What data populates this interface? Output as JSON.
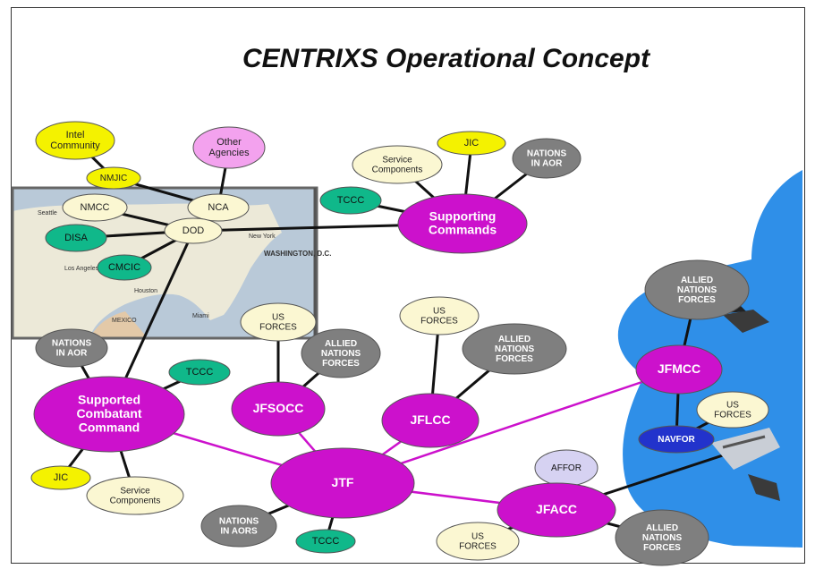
{
  "title": "CENTRIXS Operational Concept",
  "colors": {
    "magenta": "#cc11cc",
    "gray": "#7f7f7f",
    "teal": "#10b88a",
    "yellow": "#f4f200",
    "cream": "#fbf7d2",
    "pink": "#f3a2ee",
    "lavender": "#d6d2f2",
    "navy": "#2233cc",
    "sea": "#2f8fe8"
  },
  "map_labels": {
    "seattle": "Seattle",
    "new_york": "New York",
    "washington": "WASHINGTON, D.C.",
    "los_angeles": "Los Angeles",
    "houston": "Houston",
    "mexico": "MEXICO",
    "miami": "Miami"
  },
  "nodes": {
    "intel": "Intel\nCommunity",
    "nmjic": "NMJIC",
    "other_agencies": "Other\nAgencies",
    "nmcc": "NMCC",
    "nca": "NCA",
    "dod": "DOD",
    "disa": "DISA",
    "cmcic": "CMCIC",
    "service_top": "Service\nComponents",
    "jic_top": "JIC",
    "nations_aor_top": "NATIONS\nIN AOR",
    "tccc_top": "TCCC",
    "supporting": "Supporting\nCommands",
    "nations_aor_left": "NATIONS\nIN AOR",
    "tccc_left": "TCCC",
    "supported": "Supported\nCombatant\nCommand",
    "jic_bottom": "JIC",
    "service_bottom": "Service\nComponents",
    "us_forces_1": "US\nFORCES",
    "allied_1": "ALLIED\nNATIONS\nFORCES",
    "jfsocc": "JFSOCC",
    "us_forces_2": "US\nFORCES",
    "allied_2": "ALLIED\nNATIONS\nFORCES",
    "jflcc": "JFLCC",
    "allied_3": "ALLIED\nNATIONS\nFORCES",
    "jfmcc": "JFMCC",
    "us_forces_3": "US\nFORCES",
    "navfor": "NAVFOR",
    "jtf": "JTF",
    "nations_aors": "NATIONS\nIN AORS",
    "tccc_bottom": "TCCC",
    "affor": "AFFOR",
    "jfacc": "JFACC",
    "us_forces_4": "US\nFORCES",
    "allied_4": "ALLIED\nNATIONS\nFORCES"
  }
}
